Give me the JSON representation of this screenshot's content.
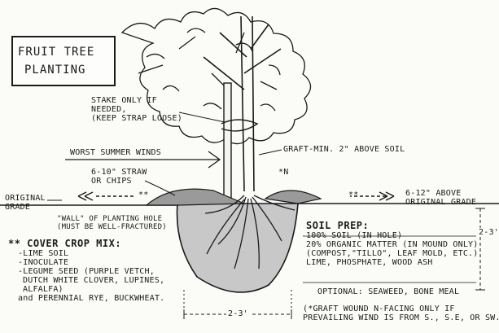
{
  "title": {
    "line1": "FRUIT TREE",
    "line2": "PLANTING"
  },
  "stake_note": [
    "STAKE ONLY IF",
    "NEEDED,",
    "(KEEP STRAP LOOSE)"
  ],
  "winds_label": "WORST SUMMER WINDS",
  "graft_label": "GRAFT-MIN. 2\" ABOVE SOIL",
  "north_marker": "*N",
  "straw_label": [
    "6-10\" STRAW",
    "OR CHIPS"
  ],
  "original_grade_left": [
    "ORIGINAL",
    "GRADE"
  ],
  "mound_label": [
    "6-12\" ABOVE",
    "ORIGINAL GRADE"
  ],
  "wall_label": [
    "\"WALL\" OF PLANTING HOLE",
    "(MUST BE WELL-FRACTURED)"
  ],
  "soil_prep": {
    "heading": "SOIL PREP:",
    "lines": [
      "100% SOIL (IN HOLE)",
      "20% ORGANIC MATTER (IN MOUND ONLY)",
      "(COMPOST,\"TILLO\", LEAF MOLD, ETC.)",
      "LIME, PHOSPHATE, WOOD ASH"
    ],
    "optional": "OPTIONAL: SEAWEED, BONE MEAL"
  },
  "cover_crop": {
    "heading": "** COVER CROP MIX:",
    "lines": [
      "-LIME SOIL",
      "-INOCULATE",
      "-LEGUME SEED (PURPLE VETCH,",
      "DUTCH WHITE CLOVER, LUPINES,",
      "ALFALFA)",
      "and PERENNIAL RYE, BUCKWHEAT."
    ]
  },
  "depth_label": "2-3'",
  "width_label": "2-3'",
  "footnote": [
    "(*GRAFT WOUND N-FACING ONLY IF",
    "PREVAILING WIND IS FROM S., S.E, OR SW.)"
  ],
  "asterisks_left": "**",
  "asterisks_right": "**"
}
